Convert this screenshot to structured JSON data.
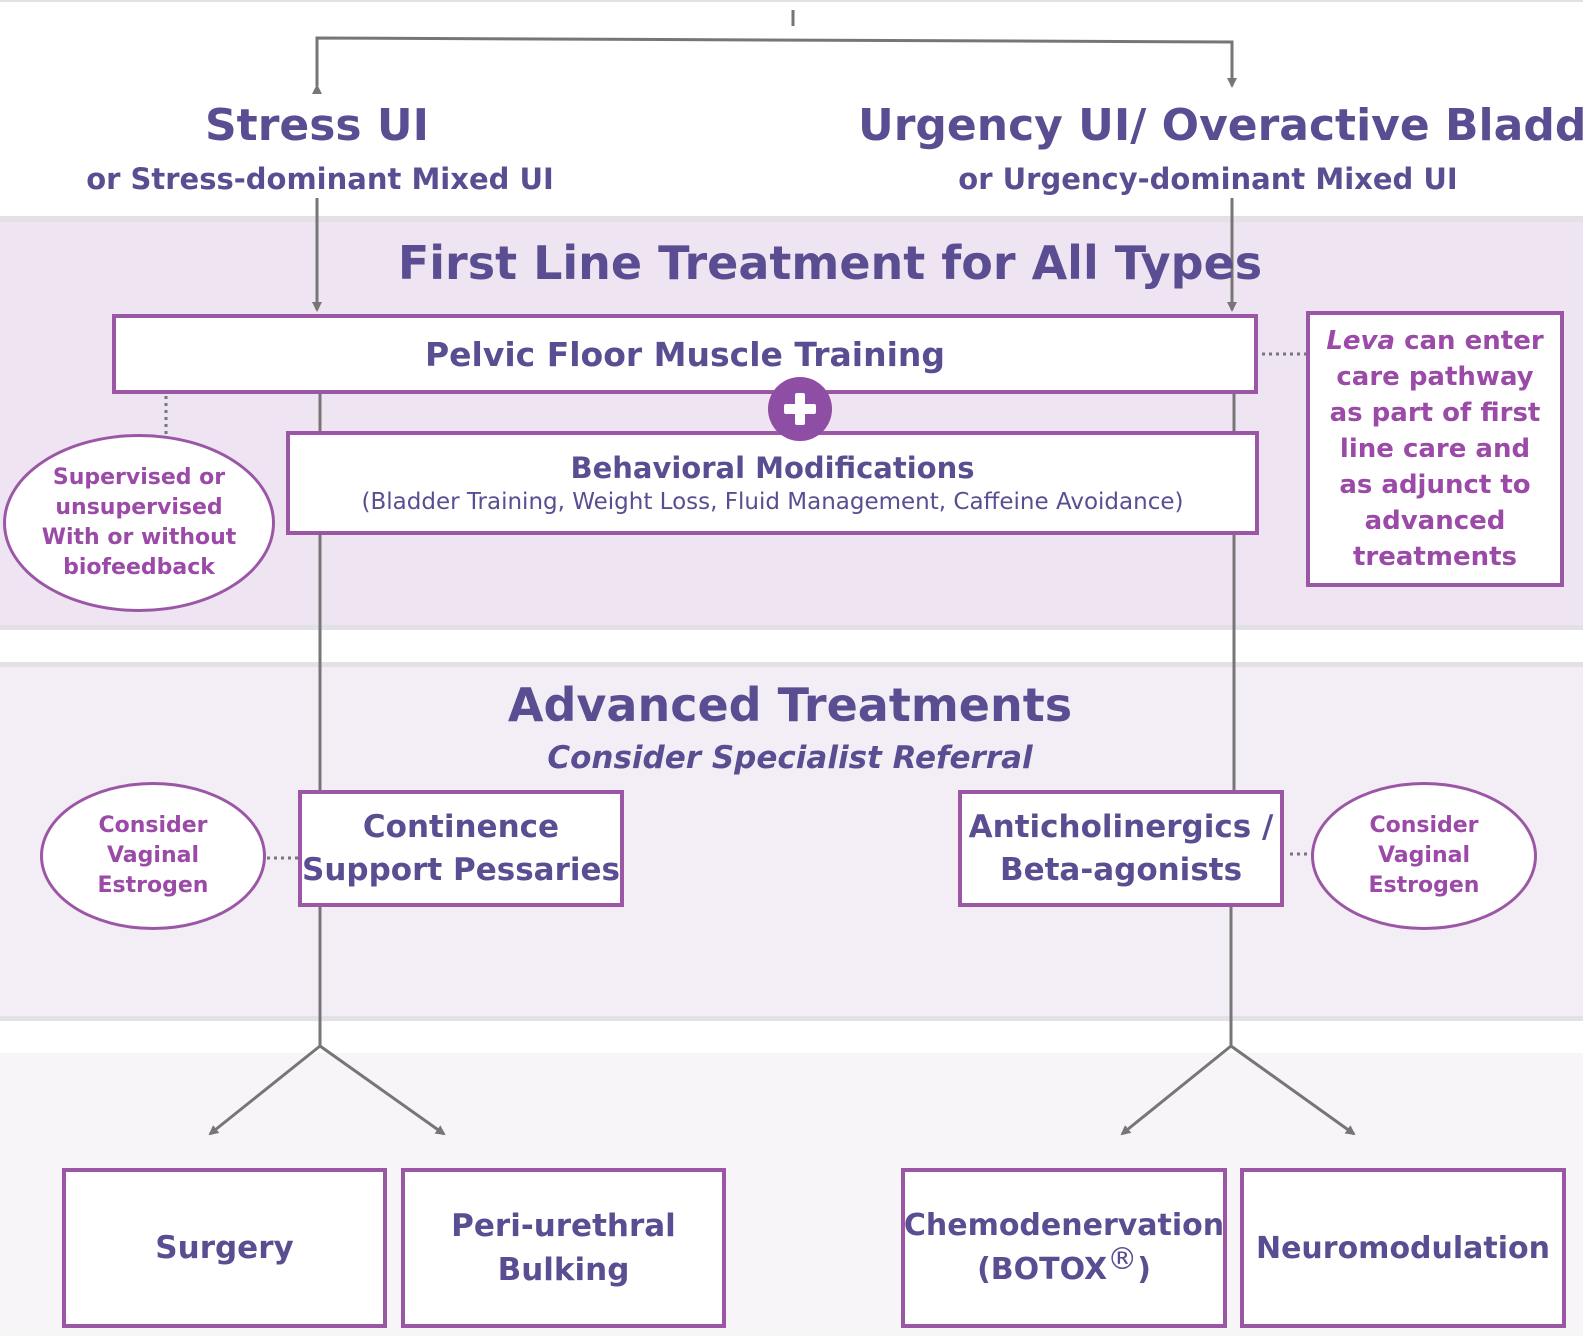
{
  "colors": {
    "accent_purple": "#9b57a6",
    "title_navy": "#5a4d91",
    "band_first_line": "#efe5f2",
    "band_advanced": "#f3eef5",
    "band_bottom": "#f7f5f8",
    "connector_gray": "#767676"
  },
  "headers": {
    "stress_title": "Stress UI",
    "stress_sub": "or Stress-dominant Mixed UI",
    "urgency_title": "Urgency UI/ Overactive Bladder",
    "urgency_sub": "or Urgency-dominant Mixed UI"
  },
  "first_line": {
    "heading": "First Line Treatment for All Types",
    "pfmt": "Pelvic Floor Muscle Training",
    "plus_icon": "plus-icon",
    "behavioral_title": "Behavioral Modifications",
    "behavioral_detail": "(Bladder Training, Weight Loss, Fluid Management, Caffeine Avoidance)",
    "supervised_note": [
      "Supervised or",
      "unsupervised",
      "With or without",
      "biofeedback"
    ],
    "leva_note": {
      "emphasis": "Leva",
      "rest": " can enter care pathway as part of first line care and as adjunct to advanced treatments"
    }
  },
  "advanced": {
    "heading": "Advanced Treatments",
    "subheading": "Consider Specialist Referral",
    "pessaries": [
      "Continence",
      "Support Pessaries"
    ],
    "anticholinergics": [
      "Anticholinergics /",
      "Beta-agonists"
    ],
    "estrogen_left": [
      "Consider",
      "Vaginal",
      "Estrogen"
    ],
    "estrogen_right": [
      "Consider",
      "Vaginal",
      "Estrogen"
    ]
  },
  "final": {
    "surgery": "Surgery",
    "bulking": [
      "Peri-urethral",
      "Bulking"
    ],
    "chemo_line1": "Chemodenervation",
    "chemo_line2": "(BOTOX",
    "chemo_mark": "®",
    "chemo_close": ")",
    "neuromodulation": "Neuromodulation"
  }
}
